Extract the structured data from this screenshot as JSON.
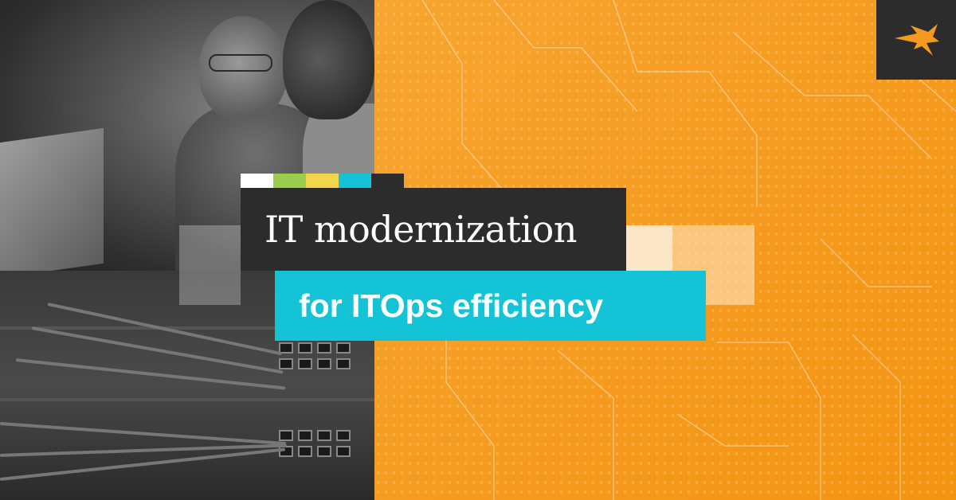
{
  "headline": {
    "line1": "IT modernization",
    "line2": "for ITOps efficiency"
  },
  "brand": {
    "logo_icon": "solarwinds-flare-icon"
  },
  "colors": {
    "orange": "#f59a1e",
    "dark": "#2c2c2c",
    "teal": "#15c3d6",
    "strip": [
      "#ffffff",
      "#9bcd4d",
      "#f2d54a",
      "#15c3d6"
    ]
  },
  "imagery": {
    "left_photo": "grayscale photo of two men at a laptop",
    "bottom_photo": "network switch with ethernet cables"
  }
}
